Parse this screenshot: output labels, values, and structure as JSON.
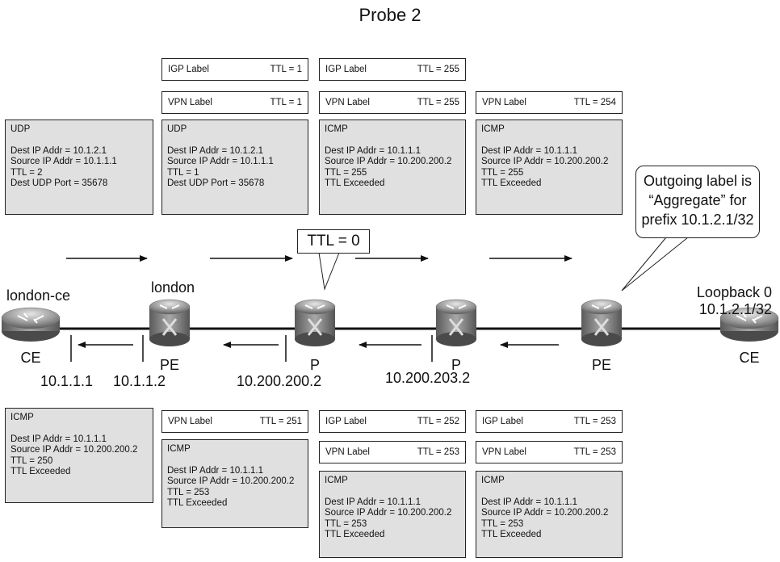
{
  "title": "Probe 2",
  "top_labels": [
    {
      "name": "IGP Label",
      "ttl": "TTL = 1"
    },
    {
      "name": "IGP Label",
      "ttl": "TTL = 255"
    },
    {
      "name": "VPN Label",
      "ttl": "TTL = 1"
    },
    {
      "name": "VPN Label",
      "ttl": "TTL = 255"
    },
    {
      "name": "VPN Label",
      "ttl": "TTL = 254"
    }
  ],
  "top_packets": [
    {
      "proto": "UDP",
      "lines": [
        "Dest IP Addr = 10.1.2.1",
        "Source IP Addr = 10.1.1.1",
        "TTL = 2",
        "Dest UDP Port = 35678"
      ]
    },
    {
      "proto": "UDP",
      "lines": [
        "Dest IP Addr = 10.1.2.1",
        "Source IP Addr = 10.1.1.1",
        "TTL = 1",
        "Dest UDP Port = 35678"
      ]
    },
    {
      "proto": "ICMP",
      "lines": [
        "Dest IP Addr = 10.1.1.1",
        "Source IP Addr = 10.200.200.2",
        "TTL = 255",
        "TTL Exceeded"
      ]
    },
    {
      "proto": "ICMP",
      "lines": [
        "Dest IP Addr = 10.1.1.1",
        "Source IP Addr = 10.200.200.2",
        "TTL = 255",
        "TTL Exceeded"
      ]
    }
  ],
  "ttl_zero": "TTL = 0",
  "callout": [
    "Outgoing label is",
    "“Aggregate” for",
    "prefix 10.1.2.1/32"
  ],
  "loopback": [
    "Loopback 0",
    "10.1.2.1/32"
  ],
  "routers": [
    {
      "name": "london-ce",
      "role": "CE"
    },
    {
      "name": "london",
      "role": "PE"
    },
    {
      "name": "",
      "role": "P"
    },
    {
      "name": "",
      "role": "P"
    },
    {
      "name": "",
      "role": "PE"
    },
    {
      "name": "",
      "role": "CE"
    }
  ],
  "addresses": [
    "10.1.1.1",
    "10.1.1.2",
    "10.200.200.2",
    "10.200.203.2"
  ],
  "bottom_labels": [
    {
      "name": "VPN Label",
      "ttl": "TTL = 251"
    },
    {
      "name": "IGP Label",
      "ttl": "TTL = 252"
    },
    {
      "name": "IGP Label",
      "ttl": "TTL = 253"
    },
    {
      "name": "VPN Label",
      "ttl": "TTL = 253"
    },
    {
      "name": "VPN Label",
      "ttl": "TTL = 253"
    }
  ],
  "bottom_packets": [
    {
      "proto": "ICMP",
      "lines": [
        "Dest IP Addr = 10.1.1.1",
        "Source IP Addr = 10.200.200.2",
        "TTL = 250",
        "TTL Exceeded"
      ]
    },
    {
      "proto": "ICMP",
      "lines": [
        "Dest IP Addr = 10.1.1.1",
        "Source IP Addr = 10.200.200.2",
        "TTL = 253",
        "TTL Exceeded"
      ]
    },
    {
      "proto": "ICMP",
      "lines": [
        "Dest IP Addr = 10.1.1.1",
        "Source IP Addr = 10.200.200.2",
        "TTL = 253",
        "TTL Exceeded"
      ]
    },
    {
      "proto": "ICMP",
      "lines": [
        "Dest IP Addr = 10.1.1.1",
        "Source IP Addr = 10.200.200.2",
        "TTL = 253",
        "TTL Exceeded"
      ]
    }
  ]
}
